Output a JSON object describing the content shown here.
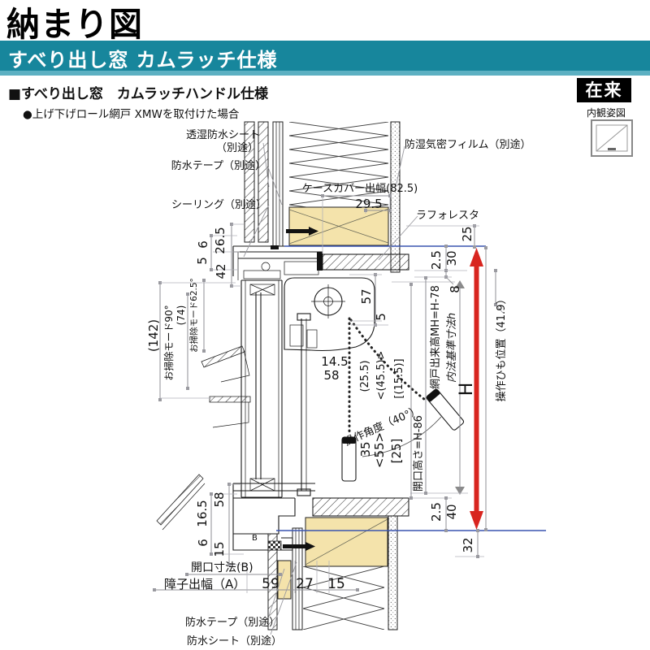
{
  "header": {
    "title": "納まり図",
    "band_label": "すべり出し窓 カムラッチ仕様",
    "spec_heading": "■すべり出し窓　カムラッチハンドル仕様",
    "spec_note": "●上げ下げロール網戸 XMWを取付けた場合",
    "frame_type_badge": "在来",
    "view_caption": "内観姿図"
  },
  "colors": {
    "band": "#17869c",
    "band_light": "#5cb0c2",
    "wood": "#f4e3ab",
    "red_arrow": "#d8251f",
    "datum_blue": "#3a55b0"
  },
  "callouts": {
    "sheet_top_1": "透湿防水シート",
    "sheet_top_2": "（別途）",
    "tape_top": "防水テープ（別途）",
    "sealing": "シーリング（別途）",
    "film": "防湿気密フィルム（別途）",
    "case_cover": "ケースカバー出幅(82.5)",
    "laforesta": "ラフォレスタ",
    "tape_bottom": "防水テープ（別途）",
    "sheet_bottom": "防水シート（別途）"
  },
  "dims": {
    "case_sub": "29.5",
    "head_25": "25",
    "head_6": "6",
    "head_26_5": "26.5",
    "head_5": "5",
    "head_42": "42",
    "head_2_5": "2.5",
    "head_30": "30",
    "head_8": "8",
    "clean_142": "(142)",
    "clean_90": "お掃除モード90°",
    "clean_74": "(74)",
    "clean_62": "お掃除モード62.5°",
    "case_57": "57",
    "case_5": "5",
    "mid_14_5": "14.5",
    "mid_58": "58",
    "chain_a": "(25.5)",
    "chain_b": "<(45.5)>",
    "chain_c": "[(15.5)]",
    "angle": "操作角度（40°）",
    "bob_a": "35",
    "bob_b": "<55>",
    "bob_c": "[25]",
    "opening_height": "開口高さ=H-86",
    "screen_height": "網戸出来高MH=H-78",
    "inner_std": "内法基準寸法h",
    "big_h": "H",
    "cord_pos": "操作ひも位置（41.9）",
    "sill_2_5": "2.5",
    "sill_40": "40",
    "sill_32": "32",
    "sill_58": "58",
    "sill_16_5": "16.5",
    "sill_6": "6",
    "sill_15": "15",
    "opening_b": "開口寸法(B)",
    "sash_a": "障子出幅（A）",
    "bot_59": "59",
    "bot_27": "27",
    "bot_15": "15",
    "marker_b": "B"
  }
}
